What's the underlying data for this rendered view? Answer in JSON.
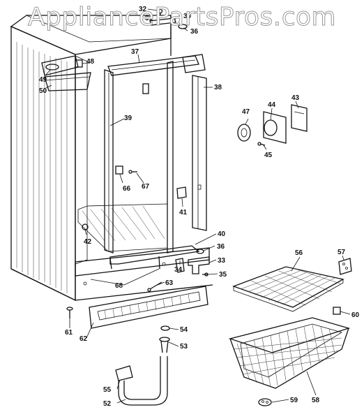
{
  "watermark": "AppliancePartsPros.com",
  "parts": {
    "p30": "30",
    "p31": "31",
    "p32": "32",
    "p33": "33",
    "p34": "34",
    "p35": "35",
    "p36a": "36",
    "p36b": "36",
    "p37": "37",
    "p38": "38",
    "p39": "39",
    "p40": "40",
    "p41": "41",
    "p42": "42",
    "p43": "43",
    "p44": "44",
    "p45": "45",
    "p47": "47",
    "p48": "48",
    "p49": "49",
    "p50": "50",
    "p52": "52",
    "p53": "53",
    "p54": "54",
    "p55": "55",
    "p56": "56",
    "p57": "57",
    "p58": "58",
    "p59": "59",
    "p60": "60",
    "p61": "61",
    "p62": "62",
    "p63": "63",
    "p66": "66",
    "p67": "67",
    "p68": "68"
  }
}
